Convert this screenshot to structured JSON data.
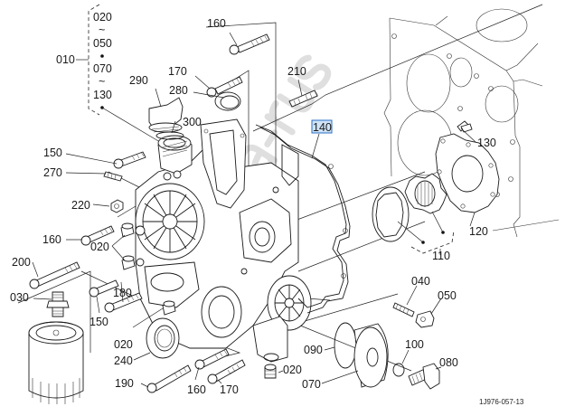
{
  "diagram": {
    "drawing_number": "1J976-057-13",
    "watermark": "kubota-rus",
    "highlighted_part": "140",
    "kit": {
      "label": "010",
      "range_1_start": "020",
      "range_1_end": "050",
      "range_2_start": "070",
      "range_2_end": "130",
      "tilde": "~"
    },
    "callouts": {
      "p160_top": "160",
      "p210": "210",
      "p170_top": "170",
      "p290": "290",
      "p280": "280",
      "p300": "300",
      "p140": "140",
      "p130": "130",
      "p150_top": "150",
      "p270": "270",
      "p220": "220",
      "p120": "120",
      "p160_mid": "160",
      "p020_mid": "020",
      "p110": "110",
      "p200": "200",
      "p030": "030",
      "p180": "180",
      "p150_low": "150",
      "p040": "040",
      "p050": "050",
      "p020_low": "020",
      "p090": "090",
      "p240": "240",
      "p100": "100",
      "p080": "080",
      "p190": "190",
      "p160_low": "160",
      "p170_low": "170",
      "p020_bottom": "020",
      "p070": "070"
    }
  },
  "colors": {
    "line": "#1a1a1a",
    "highlight_fill": "#cfe3f7",
    "highlight_border": "#2a6fc4",
    "watermark": "#bdbdbd"
  }
}
